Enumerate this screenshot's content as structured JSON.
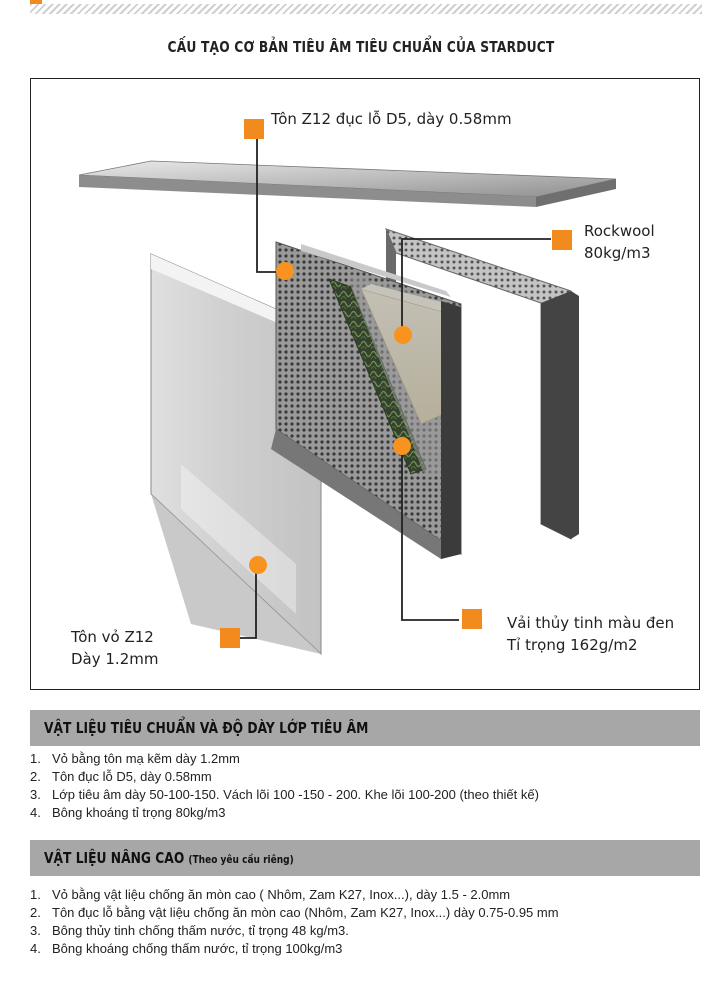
{
  "page": {
    "title": "CẤU TẠO CƠ BẢN TIÊU ÂM TIÊU CHUẨN CỦA STARDUCT"
  },
  "diagram": {
    "callouts": {
      "perforated_sheet": {
        "line1": "Tôn Z12 đục lỗ D5, dày 0.58mm"
      },
      "rockwool": {
        "line1": "Rockwool",
        "line2": "80kg/m3"
      },
      "outer_shell": {
        "line1": "Tôn vỏ Z12",
        "line2": "Dày 1.2mm"
      },
      "glass_cloth": {
        "line1": "Vải thủy tinh màu đen",
        "line2": "Tỉ trọng 162g/m2"
      }
    },
    "colors": {
      "accent": "#f28a1e",
      "marker_dot": "#f7931e",
      "leader_line": "#222222"
    }
  },
  "standard_section": {
    "title": "VẬT LIỆU TIÊU CHUẨN VÀ ĐỘ DÀY LỚP TIÊU ÂM",
    "items": [
      {
        "num": "1.",
        "text": "Vỏ bằng tôn mạ kẽm dày 1.2mm"
      },
      {
        "num": "2.",
        "text": "Tôn đục lỗ D5, dày 0.58mm"
      },
      {
        "num": "3.",
        "text": "Lớp tiêu âm dày 50-100-150. Vách lõi 100 -150 - 200. Khe lõi 100-200 (theo thiết kế)"
      },
      {
        "num": "4.",
        "text": "Bông khoáng tỉ trọng 80kg/m3"
      }
    ]
  },
  "advanced_section": {
    "title": "VẬT LIỆU NÂNG CAO",
    "note": "(Theo yêu cầu riêng)",
    "items": [
      {
        "num": "1.",
        "text": "Vỏ bằng vật liệu chống ăn mòn cao ( Nhôm, Zam K27, Inox...), dày 1.5 - 2.0mm"
      },
      {
        "num": "2.",
        "text": "Tôn đục lỗ bằng vật liệu chống ăn mòn cao (Nhôm, Zam K27, Inox...) dày 0.75-0.95 mm"
      },
      {
        "num": "3.",
        "text": "Bông thủy tinh chống thấm nước, tỉ trọng 48 kg/m3."
      },
      {
        "num": "4.",
        "text": "Bông khoáng chống thấm nước, tỉ trọng 100kg/m3"
      }
    ]
  }
}
